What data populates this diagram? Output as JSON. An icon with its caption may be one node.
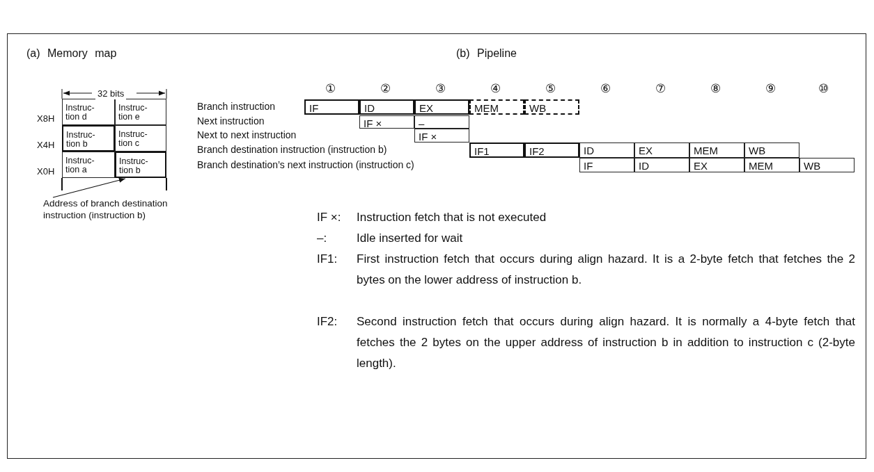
{
  "diagram": {
    "nodes": [
      {
        "text": [
          "Instruc- tion d"
        ]
      },
      {
        "text": [
          "Instruc- tion e"
        ]
      },
      {
        "text": [
          "Instruc- tion b"
        ]
      },
      {
        "text": [
          "Instruc- tion c"
        ]
      },
      {
        "text": [
          "Instruc- tion a"
        ]
      },
      {
        "text": [
          "Instruc- tion b"
        ]
      },
      {
        "text": [
          "Address of branch destination instruction (instruction b)"
        ]
      },
      {
        "text": [
          "IF"
        ]
      },
      {
        "text": [
          "ID"
        ]
      },
      {
        "text": [
          "EX"
        ]
      },
      {
        "text": [
          "MEM"
        ]
      },
      {
        "text": [
          "WB"
        ]
      },
      {
        "text": [
          "IF ×"
        ]
      },
      {
        "text": [
          "–"
        ]
      },
      {
        "text": [
          "IF ×"
        ]
      },
      {
        "text": [
          "IF1"
        ]
      },
      {
        "text": [
          "IF2"
        ]
      },
      {
        "text": [
          "ID"
        ]
      },
      {
        "text": [
          "EX"
        ]
      },
      {
        "text": [
          "MEM"
        ]
      },
      {
        "text": [
          "WB"
        ]
      },
      {
        "text": [
          "IF"
        ]
      },
      {
        "text": [
          "ID"
        ]
      },
      {
        "text": [
          "EX"
        ]
      },
      {
        "text": [
          "MEM"
        ]
      },
      {
        "text": [
          "WB"
        ]
      }
    ],
    "edges": [
      {
        "from": 6,
        "to": 5,
        "arrow": "to"
      }
    ],
    "labels": [
      "(a) Memory map",
      "(b) Pipeline",
      "32 bits",
      "X8H",
      "X4H",
      "X0H",
      "①",
      "②",
      "③",
      "④",
      "⑤",
      "⑥",
      "⑦",
      "⑧",
      "⑨",
      "⑩",
      "Branch instruction",
      "Next instruction",
      "Next to next instruction",
      "Branch destination instruction (instruction b)",
      "Branch destination’s next instruction (instruction c)",
      "IF ×:",
      "Instruction fetch that is not executed",
      "–:",
      "Idle inserted for wait",
      "IF1:",
      "First instruction fetch that occurs during align hazard. It is a 2-byte fetch that fetches the 2 bytes on the lower address of instruction b.",
      "IF2:",
      "Second instruction fetch that occurs during align hazard. It is normally a 4-byte fetch that fetches the 2 bytes on the upper address of instruction b in addition to instruction c (2-byte length)."
    ]
  }
}
